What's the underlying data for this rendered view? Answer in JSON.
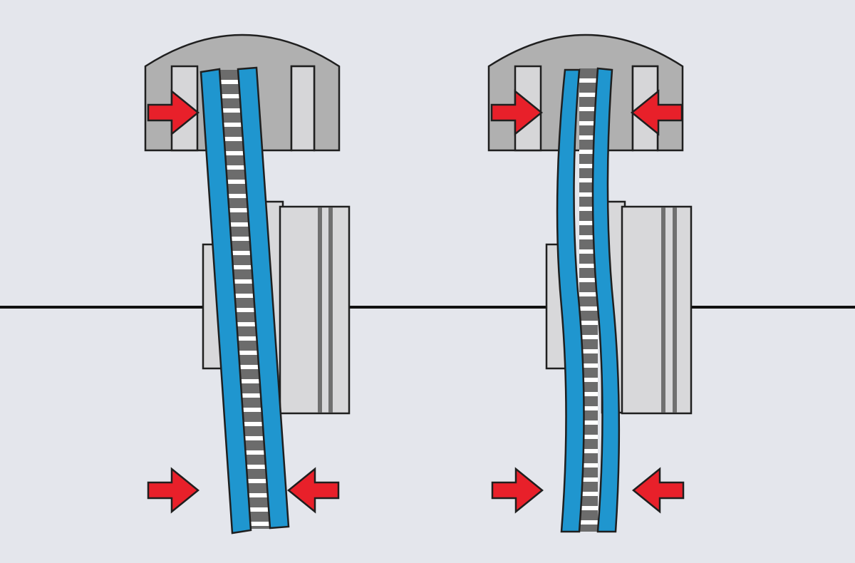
{
  "colors": {
    "background": "#e4e6ec",
    "outline": "#1f1f1f",
    "caliper": "#b0b0b0",
    "pad": "#d6d6d8",
    "hub": "#d8d8da",
    "hub_groove": "#707070",
    "rotor_face": "#1f96cf",
    "rotor_vane": "#6c6c6c",
    "rotor_gap": "#ffffff",
    "arrow": "#e8202a",
    "axle": "#111111"
  },
  "diagrams": [
    {
      "id": "left",
      "rotor_condition": "tilted",
      "caliper_arrows": 1,
      "rotor_arrows": 2
    },
    {
      "id": "right",
      "rotor_condition": "warped",
      "caliper_arrows": 2,
      "rotor_arrows": 2
    }
  ],
  "icons": {
    "arrow": "arrow-icon"
  }
}
